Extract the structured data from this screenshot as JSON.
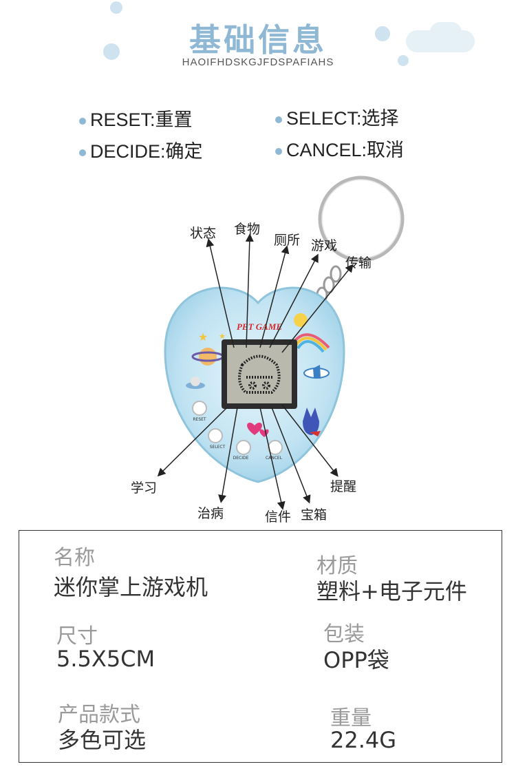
{
  "header": {
    "title": "基础信息",
    "subtitle": "HAOIFHDSKGJFDSPAFIAHS"
  },
  "controls": [
    {
      "text": "RESET:重置"
    },
    {
      "text": "SELECT:选择"
    },
    {
      "text": "DECIDE:确定"
    },
    {
      "text": "CANCEL:取消"
    }
  ],
  "device": {
    "brand": "PET GAME",
    "buttons": [
      "RESET",
      "SELECT",
      "DECIDE",
      "CANCEL"
    ]
  },
  "callouts": {
    "status": "状态",
    "food": "食物",
    "toilet": "厕所",
    "game": "游戏",
    "transfer": "传输",
    "study": "学习",
    "cure": "治病",
    "mail": "信件",
    "treasure": "宝箱",
    "remind": "提醒"
  },
  "specs": [
    {
      "label": "名称",
      "value": "迷你掌上游戏机"
    },
    {
      "label": "材质",
      "value": "塑料+电子元件"
    },
    {
      "label": "尺寸",
      "value": "5.5X5CM"
    },
    {
      "label": "包装",
      "value": "OPP袋"
    },
    {
      "label": "产品款式",
      "value": "多色可选"
    },
    {
      "label": "重量",
      "value": "22.4G"
    }
  ],
  "colors": {
    "accent": "#8fb8d4",
    "shell": "#bfe2f2",
    "screen": "#b9b9ad"
  }
}
